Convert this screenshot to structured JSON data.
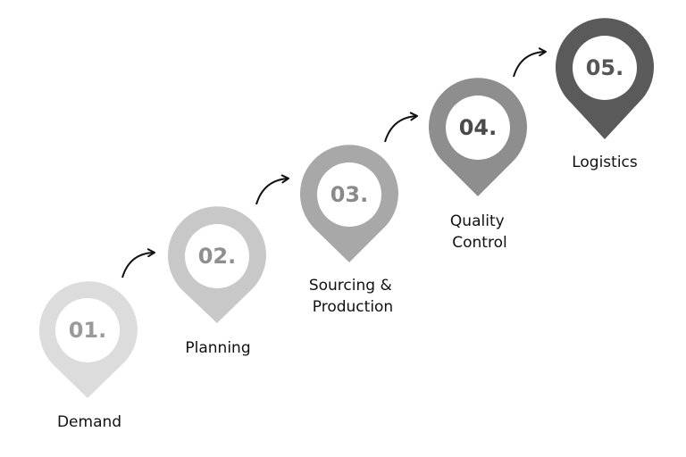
{
  "steps": [
    {
      "number": "01.",
      "label": [
        "Demand"
      ],
      "pin_color": "#dcdcdc",
      "number_color": "#9a9a9a"
    },
    {
      "number": "02.",
      "label": [
        "Planning"
      ],
      "pin_color": "#c8c8c8",
      "number_color": "#8f8f8f"
    },
    {
      "number": "03.",
      "label": [
        "Sourcing &",
        "Production"
      ],
      "pin_color": "#a8a8a8",
      "number_color": "#8a8a8a"
    },
    {
      "number": "04.",
      "label": [
        "Quality",
        "Control"
      ],
      "pin_color": "#8e8e8e",
      "number_color": "#4a4a4a"
    },
    {
      "number": "05.",
      "label": [
        "Logistics"
      ],
      "pin_color": "#5a5a5a",
      "number_color": "#555555"
    }
  ],
  "colors": {
    "pin_inner": "#ffffff",
    "arrow": "#111111",
    "background": "#ffffff"
  },
  "icons": {
    "pin": "map-pin-icon",
    "connector": "curved-arrow-icon"
  }
}
